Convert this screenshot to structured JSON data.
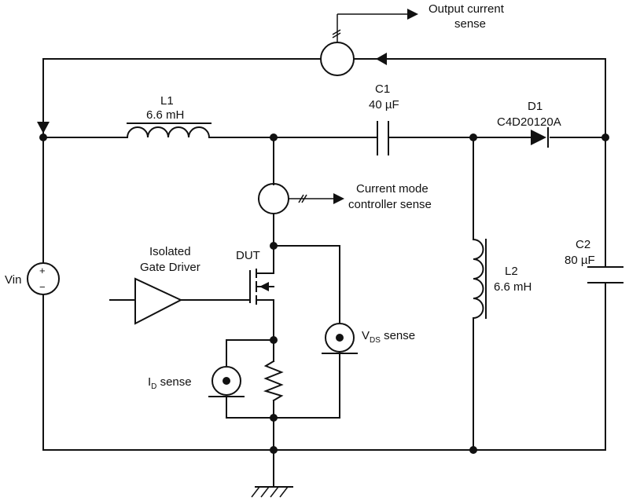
{
  "labels": {
    "output_current_sense_1": "Output current",
    "output_current_sense_2": "sense",
    "l1_name": "L1",
    "l1_value": "6.6 mH",
    "c1_name": "C1",
    "c1_value": "40 µF",
    "d1_name": "D1",
    "d1_part": "C4D20120A",
    "cm_sense_1": "Current mode",
    "cm_sense_2": "controller sense",
    "gate_driver_1": "Isolated",
    "gate_driver_2": "Gate Driver",
    "dut": "DUT",
    "vin": "Vin",
    "l2_name": "L2",
    "l2_value": "6.6 mH",
    "c2_name": "C2",
    "c2_value": "80 µF",
    "vds_main": "V",
    "vds_sub": "DS",
    "vds_rest": " sense",
    "id_main": "I",
    "id_sub": "D",
    "id_rest": " sense",
    "vin_plus": "+",
    "vin_minus": "−"
  }
}
